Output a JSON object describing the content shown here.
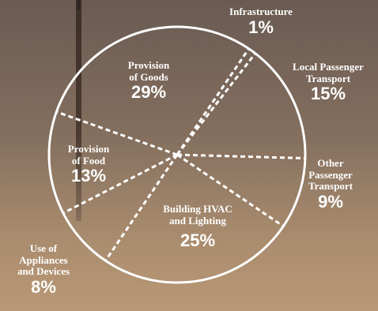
{
  "chart_data": {
    "type": "pie",
    "title": "",
    "slices": [
      {
        "label": "Infrastructure",
        "percent": "1%",
        "value": 1
      },
      {
        "label": "Local Passenger\nTransport",
        "percent": "15%",
        "value": 15
      },
      {
        "label": "Other\nPassenger\nTransport",
        "percent": "9%",
        "value": 9
      },
      {
        "label": "Building HVAC\nand Lighting",
        "percent": "25%",
        "value": 25
      },
      {
        "label": "Use of\nAppliances\nand Devices",
        "percent": "8%",
        "value": 8
      },
      {
        "label": "Provision\nof Food",
        "percent": "13%",
        "value": 13
      },
      {
        "label": "Provision\nof Goods",
        "percent": "29%",
        "value": 29
      }
    ],
    "legend": "none",
    "colors": {
      "outline": "#ffffff",
      "text": "#ffffff"
    }
  }
}
